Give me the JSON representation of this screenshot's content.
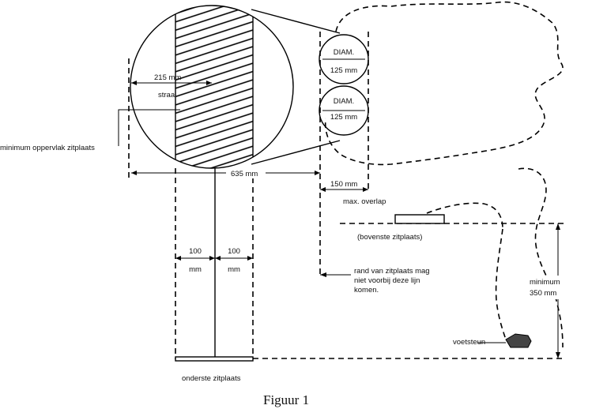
{
  "labels": {
    "dim_215": "215 mm",
    "straal": "straal",
    "minimum_surface": "minimum oppervlak zitplaats",
    "dim_635": "635 mm",
    "diam_1": "DIAM.",
    "dim_125_1": "125 mm",
    "diam_2": "DIAM.",
    "dim_125_2": "125 mm",
    "dim_150": "150 mm",
    "max_overlap": "max. overlap",
    "upper_seat": "(bovenste zitplaats)",
    "edge_note_1": "rand van zitplaats mag",
    "edge_note_2": "niet voorbij deze lijn",
    "edge_note_3": "komen.",
    "dim_100_left": "100",
    "mm_left": "mm",
    "dim_100_right": "100",
    "mm_right": "mm",
    "minimum_label": "minimum",
    "dim_350": "350 mm",
    "footrest": "voetsteun",
    "lower_seat": "onderste zitplaats"
  },
  "caption": "Figuur 1"
}
